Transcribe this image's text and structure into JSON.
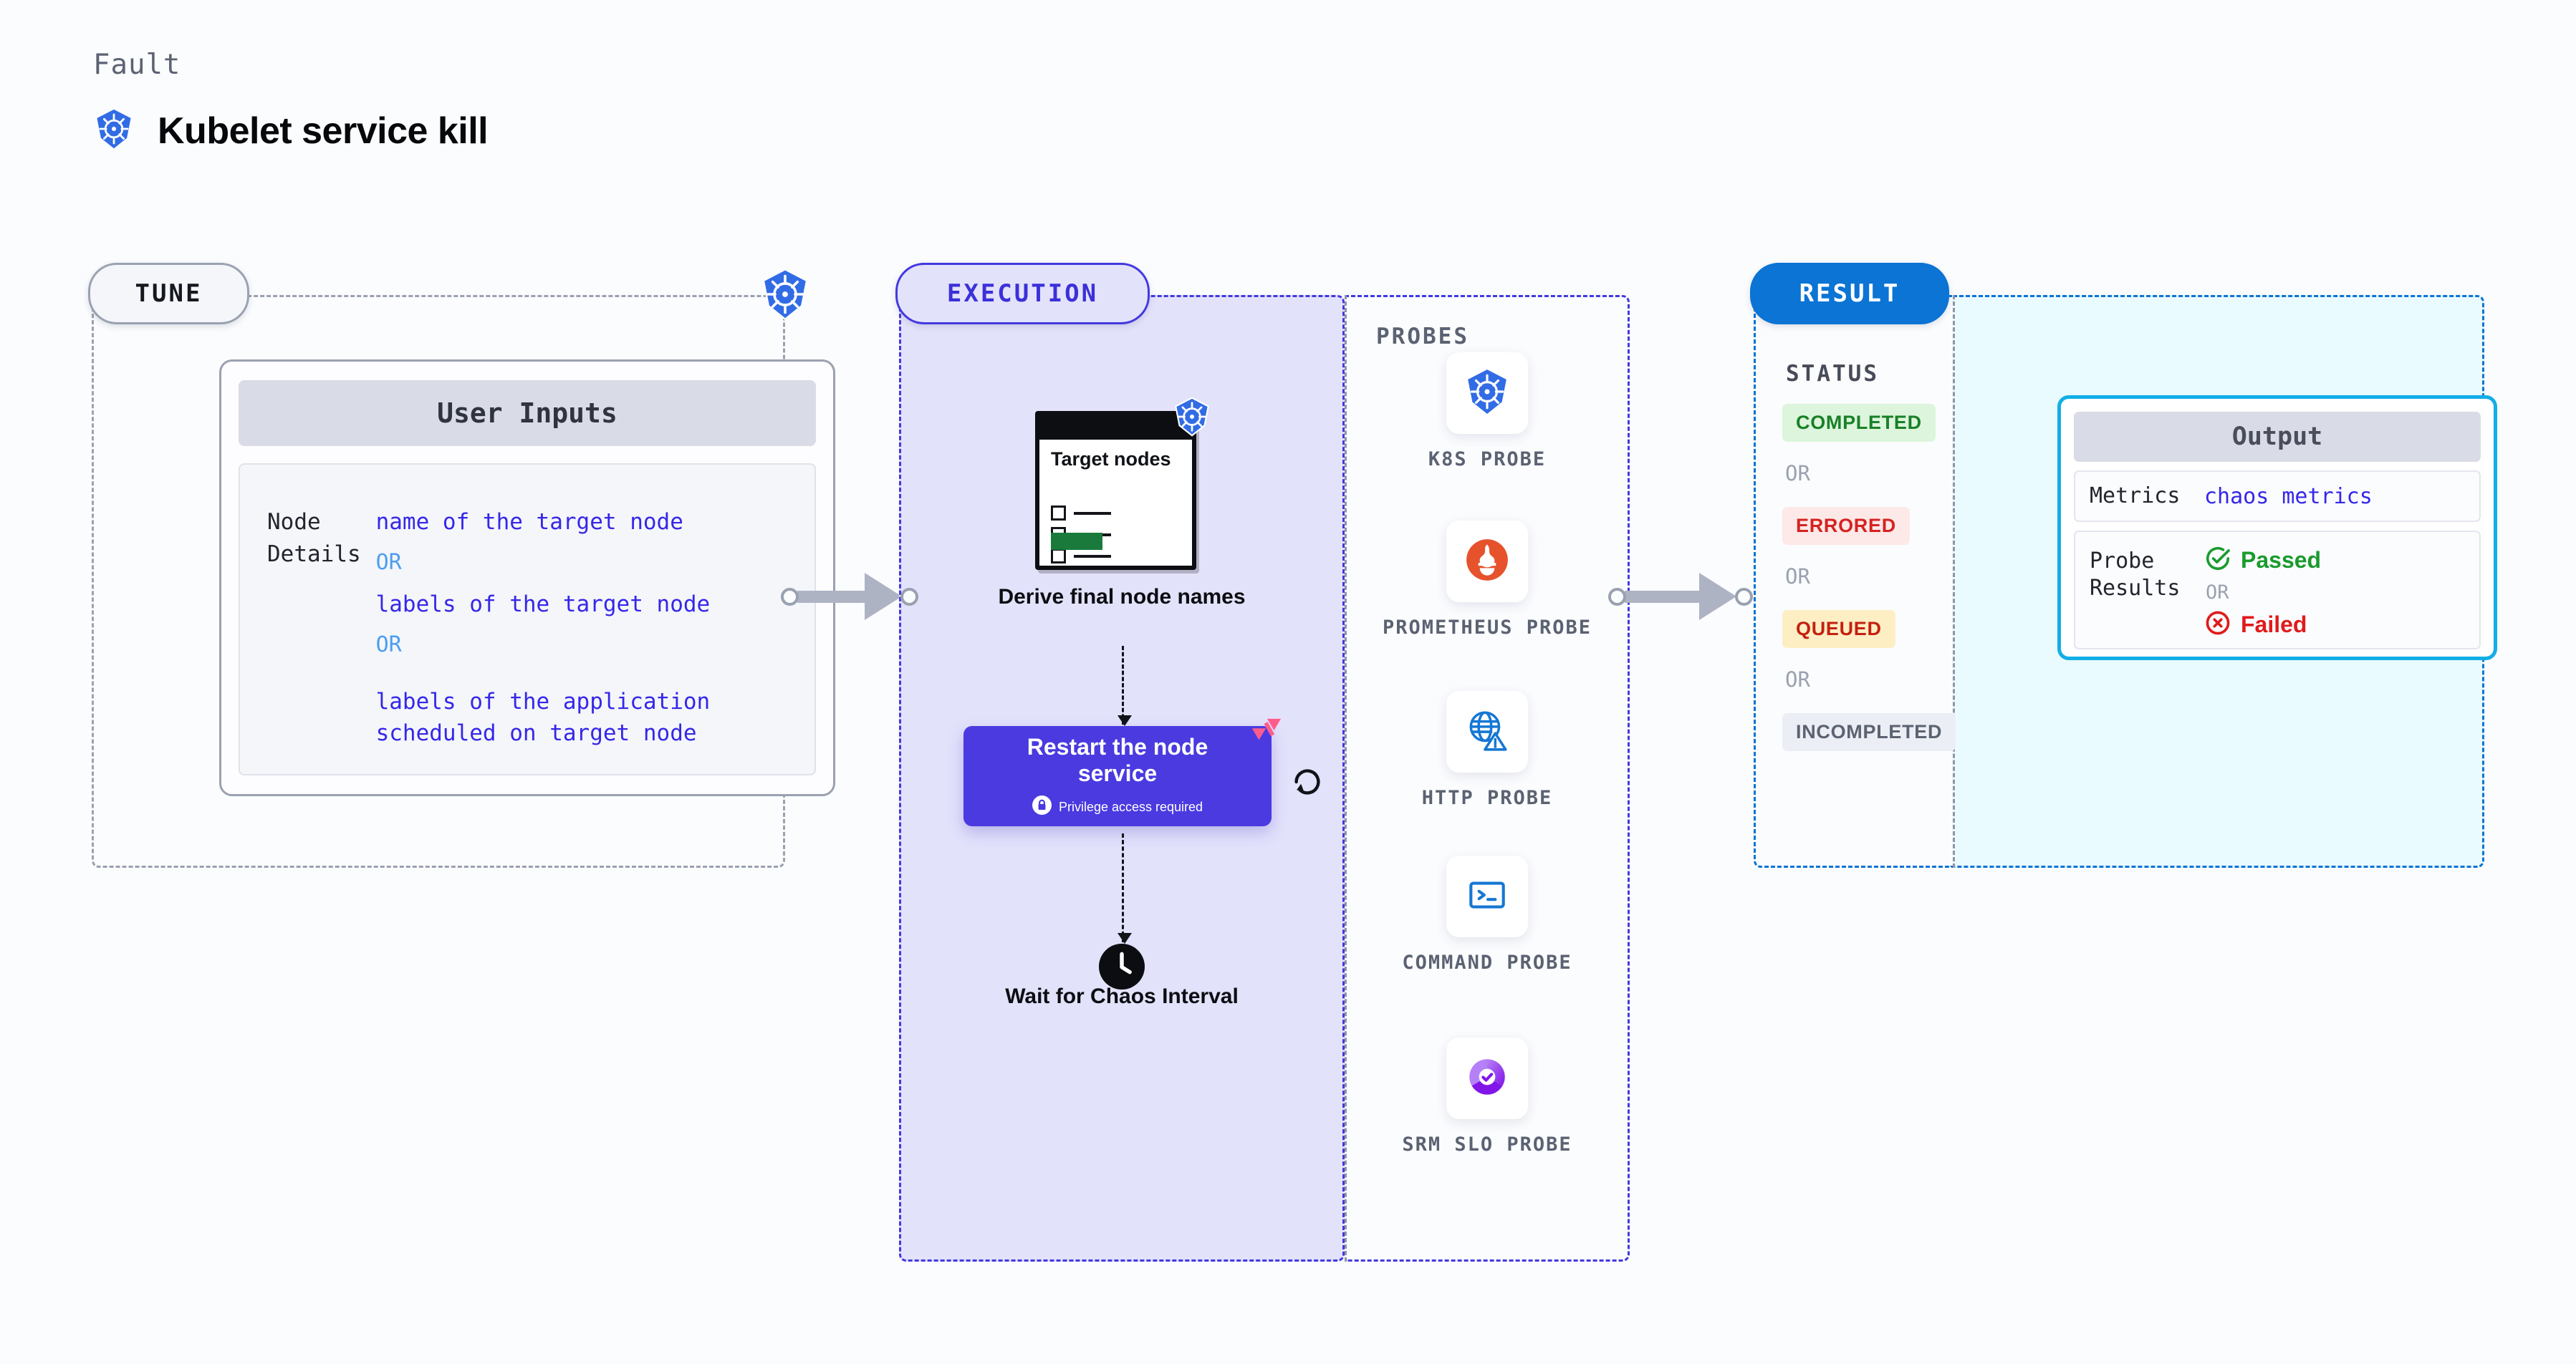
{
  "header": {
    "eyebrow": "Fault",
    "title": "Kubelet service kill",
    "icon": "kubernetes-icon"
  },
  "tune": {
    "badge": "TUNE",
    "corner_icon": "kubernetes-icon",
    "card": {
      "header": "User Inputs",
      "rows": [
        {
          "key": "Node Details",
          "values": [
            "name of the target node",
            "labels of the target node",
            "labels of the application scheduled on target node"
          ],
          "separator": "OR"
        }
      ]
    }
  },
  "execution": {
    "badge": "EXECUTION",
    "probes_label": "PROBES",
    "flow": {
      "target_card": {
        "title": "Target nodes",
        "checkbox_rows": 3,
        "status_bar_color": "#1a7a3c"
      },
      "derive_caption": "Derive final node names",
      "restart_step": {
        "title": "Restart the node service",
        "privilege_note": "Privilege access required",
        "lock_icon": "lock-icon",
        "badge_icon": "litmus-chaos-icon",
        "retry_icon": "retry-icon",
        "color": "#4a3ae0"
      },
      "wait_step": {
        "caption": "Wait for Chaos Interval",
        "icon": "clock-icon"
      }
    },
    "probes": [
      {
        "label": "K8S PROBE",
        "icon": "kubernetes-icon"
      },
      {
        "label": "PROMETHEUS PROBE",
        "icon": "prometheus-icon"
      },
      {
        "label": "HTTP PROBE",
        "icon": "http-globe-warning-icon"
      },
      {
        "label": "COMMAND PROBE",
        "icon": "terminal-icon"
      },
      {
        "label": "SRM SLO PROBE",
        "icon": "srm-slo-donut-icon"
      }
    ]
  },
  "result": {
    "badge": "RESULT",
    "status_label": "STATUS",
    "separator": "OR",
    "statuses": [
      {
        "label": "COMPLETED",
        "text_color": "#1a8028",
        "bg_color": "#dcf5dc"
      },
      {
        "label": "ERRORED",
        "text_color": "#d62222",
        "bg_color": "#fde9e7"
      },
      {
        "label": "QUEUED",
        "text_color": "#c4200f",
        "bg_color": "#fdeec4"
      },
      {
        "label": "INCOMPLETED",
        "text_color": "#5b6272",
        "bg_color": "#eceef5"
      }
    ],
    "output": {
      "header": "Output",
      "metrics_key": "Metrics",
      "metrics_value": "chaos metrics",
      "probe_results_key": "Probe Results",
      "passed_label": "Passed",
      "passed_icon": "check-circle-icon",
      "failed_label": "Failed",
      "failed_icon": "x-circle-icon",
      "separator": "OR",
      "border_color": "#12aee6"
    }
  }
}
